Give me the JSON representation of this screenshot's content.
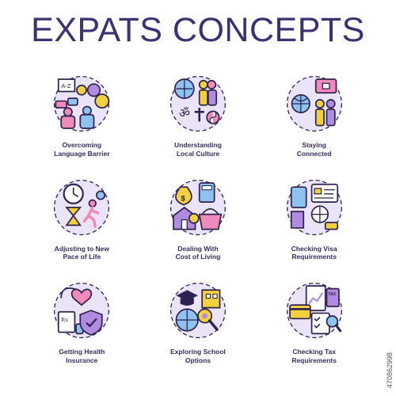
{
  "title": "EXPATS CONCEPTS",
  "stock_id": "470862998",
  "colors": {
    "title": "#3f2f73",
    "outline": "#2e2350",
    "purple": "#b08be0",
    "yellow": "#f2d23c",
    "pink": "#f08ab8",
    "blue": "#8ec3f0",
    "teal": "#7ed8c8"
  },
  "concepts": [
    {
      "line1": "Overcoming",
      "line2": "Language Barrier",
      "icon": "language-barrier-icon"
    },
    {
      "line1": "Understanding",
      "line2": "Local Culture",
      "icon": "local-culture-icon"
    },
    {
      "line1": "Staying",
      "line2": "Connected",
      "icon": "staying-connected-icon"
    },
    {
      "line1": "Adjusting to New",
      "line2": "Pace of Life",
      "icon": "pace-of-life-icon"
    },
    {
      "line1": "Dealing With",
      "line2": "Cost of Living",
      "icon": "cost-of-living-icon"
    },
    {
      "line1": "Checking Visa",
      "line2": "Requirements",
      "icon": "visa-requirements-icon"
    },
    {
      "line1": "Getting Health",
      "line2": "Insurance",
      "icon": "health-insurance-icon"
    },
    {
      "line1": "Exploring School",
      "line2": "Options",
      "icon": "school-options-icon"
    },
    {
      "line1": "Checking Tax",
      "line2": "Requirements",
      "icon": "tax-requirements-icon"
    }
  ]
}
